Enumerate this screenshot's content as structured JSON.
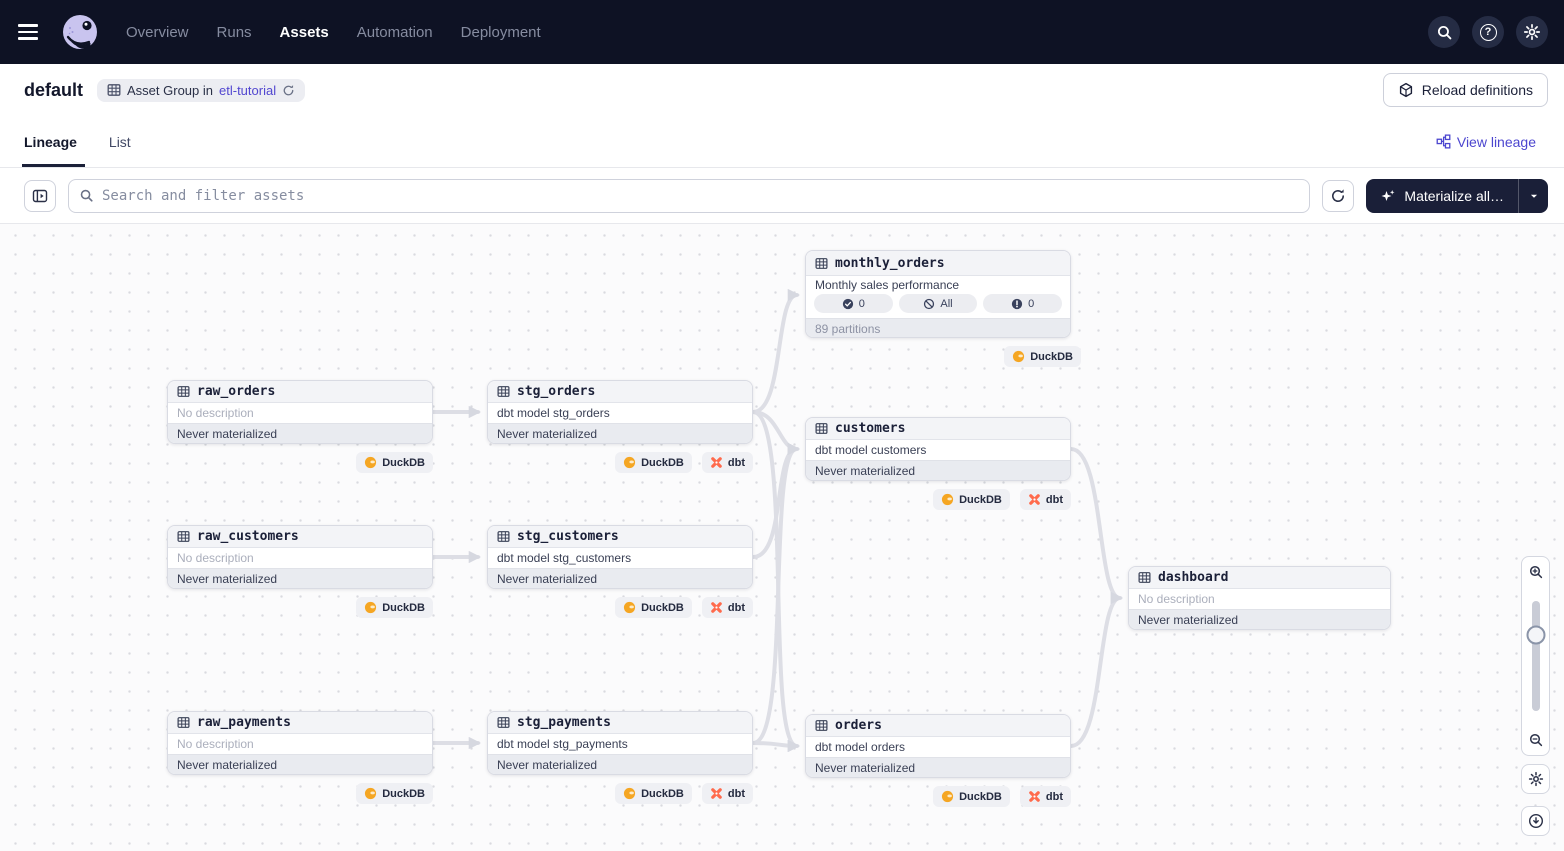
{
  "nav": {
    "items": [
      {
        "label": "Overview",
        "active": false
      },
      {
        "label": "Runs",
        "active": false
      },
      {
        "label": "Assets",
        "active": true
      },
      {
        "label": "Automation",
        "active": false
      },
      {
        "label": "Deployment",
        "active": false
      }
    ],
    "right_icons": [
      "search-icon",
      "help-icon",
      "settings-gear-icon"
    ]
  },
  "header": {
    "title": "default",
    "badge_text": "Asset Group in",
    "badge_link": "etl-tutorial",
    "reload_label": "Reload definitions"
  },
  "tabs": {
    "lineage": "Lineage",
    "list": "List",
    "view_lineage": "View lineage"
  },
  "toolbar": {
    "search_placeholder": "Search and filter assets",
    "materialize_label": "Materialize all…"
  },
  "graph": {
    "nodes": [
      {
        "id": "monthly_orders",
        "title": "monthly_orders",
        "description": "Monthly sales performance",
        "pills": [
          {
            "icon": "check-circle",
            "label": "0"
          },
          {
            "icon": "slash-circle",
            "label": "All"
          },
          {
            "icon": "exclaim-circle",
            "label": "0"
          }
        ],
        "footer": "89 partitions",
        "tags": [
          "DuckDB"
        ]
      },
      {
        "id": "raw_orders",
        "title": "raw_orders",
        "description": "No description",
        "footer": "Never materialized",
        "tags": [
          "DuckDB"
        ]
      },
      {
        "id": "stg_orders",
        "title": "stg_orders",
        "description": "dbt model stg_orders",
        "footer": "Never materialized",
        "tags": [
          "DuckDB",
          "dbt"
        ]
      },
      {
        "id": "customers",
        "title": "customers",
        "description": "dbt model customers",
        "footer": "Never materialized",
        "tags": [
          "DuckDB",
          "dbt"
        ]
      },
      {
        "id": "raw_customers",
        "title": "raw_customers",
        "description": "No description",
        "footer": "Never materialized",
        "tags": [
          "DuckDB"
        ]
      },
      {
        "id": "stg_customers",
        "title": "stg_customers",
        "description": "dbt model stg_customers",
        "footer": "Never materialized",
        "tags": [
          "DuckDB",
          "dbt"
        ]
      },
      {
        "id": "dashboard",
        "title": "dashboard",
        "description": "No description",
        "footer": "Never materialized",
        "tags": []
      },
      {
        "id": "raw_payments",
        "title": "raw_payments",
        "description": "No description",
        "footer": "Never materialized",
        "tags": [
          "DuckDB"
        ]
      },
      {
        "id": "stg_payments",
        "title": "stg_payments",
        "description": "dbt model stg_payments",
        "footer": "Never materialized",
        "tags": [
          "DuckDB",
          "dbt"
        ]
      },
      {
        "id": "orders",
        "title": "orders",
        "description": "dbt model orders",
        "footer": "Never materialized",
        "tags": [
          "DuckDB",
          "dbt"
        ]
      }
    ],
    "edges": [
      {
        "from": "raw_orders",
        "to": "stg_orders"
      },
      {
        "from": "raw_customers",
        "to": "stg_customers"
      },
      {
        "from": "raw_payments",
        "to": "stg_payments"
      },
      {
        "from": "stg_orders",
        "to": "monthly_orders"
      },
      {
        "from": "stg_orders",
        "to": "customers"
      },
      {
        "from": "stg_orders",
        "to": "orders"
      },
      {
        "from": "stg_customers",
        "to": "customers"
      },
      {
        "from": "stg_payments",
        "to": "customers"
      },
      {
        "from": "stg_payments",
        "to": "orders"
      },
      {
        "from": "customers",
        "to": "dashboard"
      },
      {
        "from": "orders",
        "to": "dashboard"
      }
    ]
  },
  "colors": {
    "nav_bg": "#0E1224",
    "accent_link": "#5247D0",
    "materialize_bg": "#1A1F38",
    "duckdb_amber": "#F5A623",
    "dbt_orange": "#FF6A4C",
    "edge_gray": "#DDDEE5"
  }
}
